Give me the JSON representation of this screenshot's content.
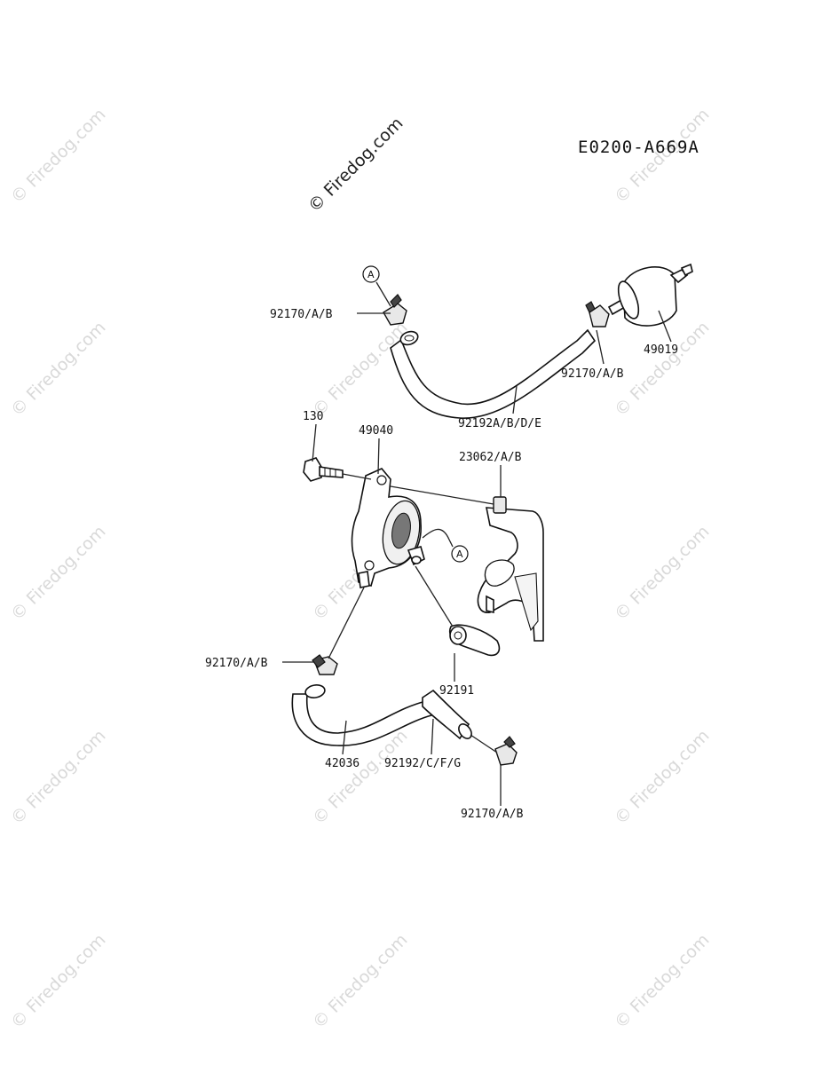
{
  "diagram_code": "E0200-A669A",
  "watermark_text": "© Firedog.com",
  "reference_marker": "A",
  "part_labels": {
    "clip_top_left": "92170/A/B",
    "fuel_filter": "49019",
    "clip_top_right": "92170/A/B",
    "hose_upper": "92192A/B/D/E",
    "bolt": "130",
    "fuel_pump": "49040",
    "bracket": "23062/A/B",
    "clip_mid_left": "92170/A/B",
    "cap": "92191",
    "hose_lower_left": "42036",
    "hose_lower_right": "92192/C/F/G",
    "clip_bottom": "92170/A/B"
  }
}
